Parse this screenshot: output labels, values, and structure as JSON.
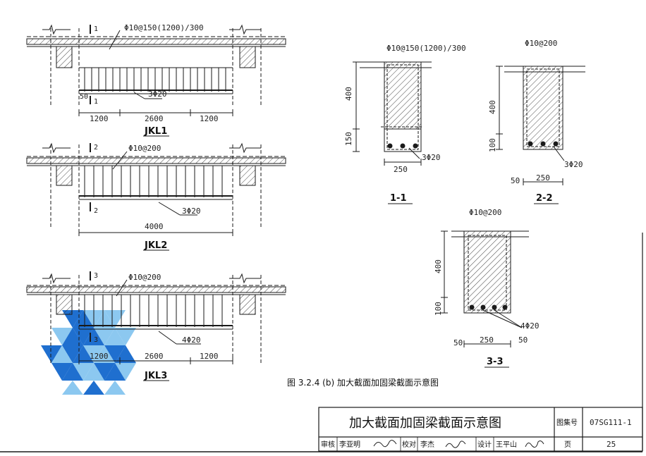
{
  "elevations": {
    "jkl1": {
      "name": "JKL1",
      "stirrup": "Φ10@150(1200)/300",
      "bars": "3Φ20",
      "section_mark": "1",
      "dims": [
        "1200",
        "2600",
        "1200"
      ],
      "cover_dim": "50"
    },
    "jkl2": {
      "name": "JKL2",
      "stirrup": "Φ10@200",
      "bars": "3Φ20",
      "section_mark": "2",
      "dims": [
        "4000"
      ]
    },
    "jkl3": {
      "name": "JKL3",
      "stirrup": "Φ10@200",
      "bars": "4Φ20",
      "section_mark": "3",
      "dims": [
        "1200",
        "2600",
        "1200"
      ]
    }
  },
  "sections": {
    "s1": {
      "name": "1-1",
      "stirrup": "Φ10@150(1200)/300",
      "height_dims": [
        "400",
        "150"
      ],
      "width_dim": "250",
      "bars": "3Φ20"
    },
    "s2": {
      "name": "2-2",
      "stirrup": "Φ10@200",
      "height_dims": [
        "400",
        "100"
      ],
      "width_dims": [
        "50",
        "250"
      ],
      "bars": "3Φ20"
    },
    "s3": {
      "name": "3-3",
      "stirrup": "Φ10@200",
      "height_dims": [
        "400",
        "100"
      ],
      "width_dims": [
        "50",
        "250",
        "50"
      ],
      "bars": "4Φ20"
    }
  },
  "figure_caption": "图 3.2.4 (b) 加大截面加固梁截面示意图",
  "title_block": {
    "title": "加大截面加固梁截面示意图",
    "atlas_label": "图集号",
    "atlas_no": "07SG111-1",
    "page_label": "页",
    "page_no": "25",
    "review_label": "审核",
    "reviewer": "李亚明",
    "check_label": "校对",
    "checker": "李杰",
    "design_label": "设计",
    "designer": "王平山"
  },
  "colors": {
    "line": "#1a1a1a",
    "watermark_dark": "#1f6fcf",
    "watermark_light": "#8cc8f0"
  }
}
